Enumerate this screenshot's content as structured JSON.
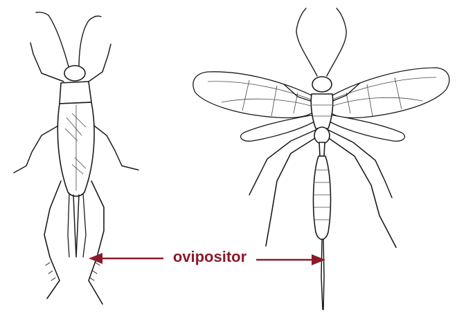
{
  "callout": {
    "label": "ovipositor",
    "color": "#8b1a2b"
  },
  "figures": [
    {
      "name": "cricket",
      "has_ovipositor": true
    },
    {
      "name": "wasp",
      "has_ovipositor": true
    }
  ]
}
